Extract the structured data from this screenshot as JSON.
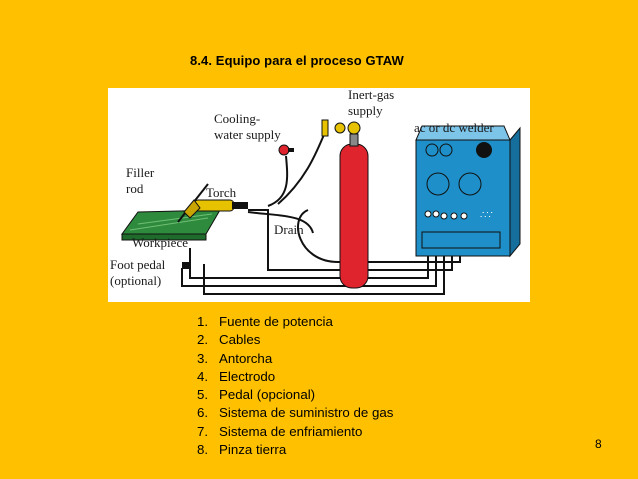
{
  "slide": {
    "title": "8.4. Equipo para el proceso GTAW",
    "page_number": "8"
  },
  "diagram": {
    "labels": {
      "cooling_1": "Cooling-",
      "cooling_2": "water  supply",
      "inert_1": "Inert-gas",
      "inert_2": "supply",
      "welder": "ac  or  dc  welder",
      "filler_1": "Filler",
      "filler_2": "rod",
      "torch": "Torch",
      "drain": "Drain",
      "workpiece": "Workpiece",
      "foot_1": "Foot  pedal",
      "foot_2": "(optional)"
    },
    "colors": {
      "cylinder": "#E0242E",
      "welder_body": "#1E8FC8",
      "workpiece": "#2E8B3E",
      "torch": "#E6C200",
      "cable": "#111111"
    }
  },
  "list": {
    "items": [
      {
        "num": "1.",
        "text": "Fuente de potencia"
      },
      {
        "num": "2.",
        "text": "Cables"
      },
      {
        "num": "3.",
        "text": "Antorcha"
      },
      {
        "num": "4.",
        "text": "Electrodo"
      },
      {
        "num": "5.",
        "text": "Pedal (opcional)"
      },
      {
        "num": "6.",
        "text": "Sistema de suministro de gas"
      },
      {
        "num": "7.",
        "text": "Sistema de enfriamiento"
      },
      {
        "num": "8.",
        "text": "Pinza tierra"
      }
    ]
  }
}
